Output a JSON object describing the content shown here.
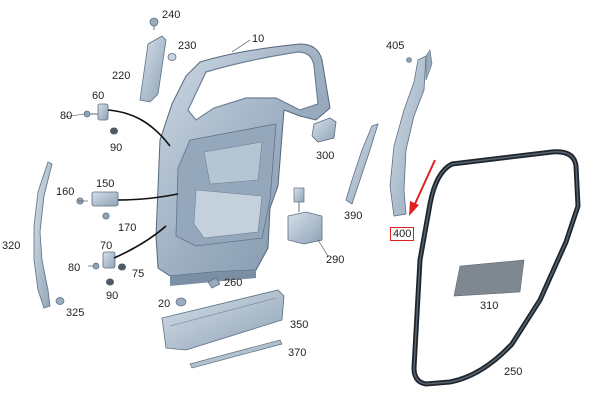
{
  "diagram": {
    "highlight_color": "#e02020",
    "part_color": "#aebfcf",
    "callouts": [
      {
        "id": "c240",
        "text": "240"
      },
      {
        "id": "c230",
        "text": "230"
      },
      {
        "id": "c10",
        "text": "10"
      },
      {
        "id": "c405",
        "text": "405"
      },
      {
        "id": "c220",
        "text": "220"
      },
      {
        "id": "c60",
        "text": "60"
      },
      {
        "id": "c80a",
        "text": "80"
      },
      {
        "id": "c90a",
        "text": "90"
      },
      {
        "id": "c300",
        "text": "300"
      },
      {
        "id": "c150",
        "text": "150"
      },
      {
        "id": "c160",
        "text": "160"
      },
      {
        "id": "c170",
        "text": "170"
      },
      {
        "id": "c320",
        "text": "320"
      },
      {
        "id": "c70",
        "text": "70"
      },
      {
        "id": "c80b",
        "text": "80"
      },
      {
        "id": "c75",
        "text": "75"
      },
      {
        "id": "c90b",
        "text": "90"
      },
      {
        "id": "c390",
        "text": "390"
      },
      {
        "id": "c400",
        "text": "400",
        "highlighted": true
      },
      {
        "id": "c290",
        "text": "290"
      },
      {
        "id": "c260",
        "text": "260"
      },
      {
        "id": "c325",
        "text": "325"
      },
      {
        "id": "c20",
        "text": "20"
      },
      {
        "id": "c310",
        "text": "310"
      },
      {
        "id": "c350",
        "text": "350"
      },
      {
        "id": "c370",
        "text": "370"
      },
      {
        "id": "c250",
        "text": "250"
      }
    ]
  }
}
